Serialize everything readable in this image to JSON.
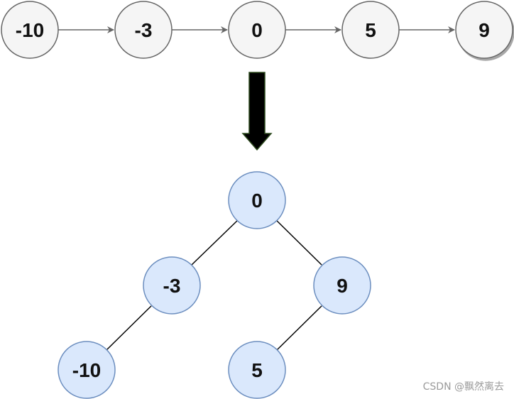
{
  "linked_list": {
    "nodes": [
      "-10",
      "-3",
      "0",
      "5",
      "9"
    ],
    "node_fill": "#f5f5f5",
    "node_stroke": "#666666",
    "edge_color": "#666666"
  },
  "transform_arrow": {
    "fill": "#000000",
    "stroke": "#2d4a1e"
  },
  "tree": {
    "root": "0",
    "left": "-3",
    "right": "9",
    "left_left": "-10",
    "right_left": "5",
    "node_fill": "#dae8fc",
    "node_stroke": "#6c8ebf",
    "edge_color": "#000000"
  },
  "watermark": "CSDN @飘然离去"
}
